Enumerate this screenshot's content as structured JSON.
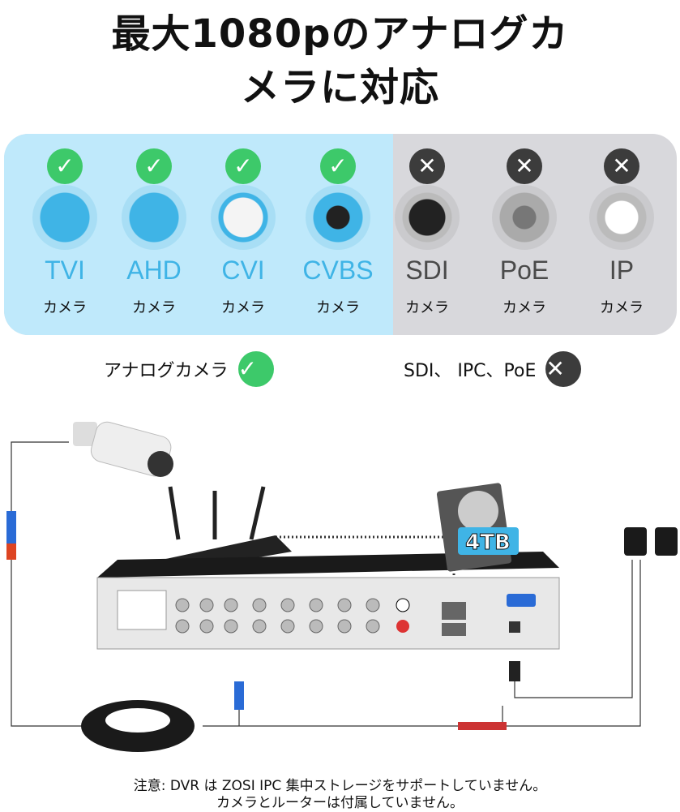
{
  "title": {
    "line1": "最大1080pのアナログカ",
    "line2": "メラに対応"
  },
  "supported": [
    {
      "type": "TVI",
      "sub": "カメラ",
      "status": "check-icon"
    },
    {
      "type": "AHD",
      "sub": "カメラ",
      "status": "check-icon"
    },
    {
      "type": "CVI",
      "sub": "カメラ",
      "status": "check-icon"
    },
    {
      "type": "CVBS",
      "sub": "カメラ",
      "status": "check-icon"
    }
  ],
  "unsupported": [
    {
      "type": "SDI",
      "sub": "カメラ",
      "status": "cross-icon"
    },
    {
      "type": "PoE",
      "sub": "カメラ",
      "status": "cross-icon"
    },
    {
      "type": "IP",
      "sub": "カメラ",
      "status": "cross-icon"
    }
  ],
  "summary": {
    "supported_label": "アナログカメラ",
    "unsupported_label": "SDI、 IPC、PoE"
  },
  "diagram": {
    "hdd_capacity": "4TB"
  },
  "note": {
    "line1": "注意: DVR は ZOSI IPC 集中ストレージをサポートしていません。",
    "line2": "カメラとルーターは付属していません。"
  },
  "colors": {
    "supported_bg": "#bfe9fb",
    "unsupported_bg": "#d8d8dc",
    "check": "#3dc96a",
    "cross": "#3c3c3c",
    "supported_text": "#3fb4e6",
    "unsupported_text": "#4a4a4a"
  }
}
